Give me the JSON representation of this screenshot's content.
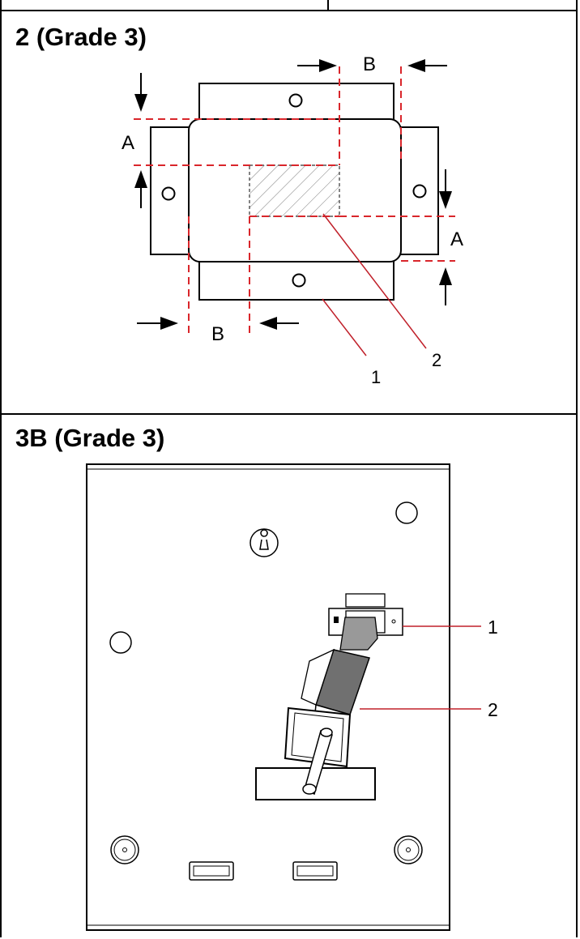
{
  "panel_top": {
    "title": "2 (Grade 3)",
    "labels": {
      "a_left": "A",
      "a_right": "A",
      "b_top": "B",
      "b_bottom": "B",
      "callout_1": "1",
      "callout_2": "2"
    }
  },
  "panel_bottom": {
    "title": "3B (Grade 3)",
    "labels": {
      "callout_1": "1",
      "callout_2": "2"
    }
  },
  "colors": {
    "border": "#000000",
    "dash": "#d9262b",
    "leader": "#c0202a",
    "hatch": "#666666",
    "battery": "#707070"
  }
}
